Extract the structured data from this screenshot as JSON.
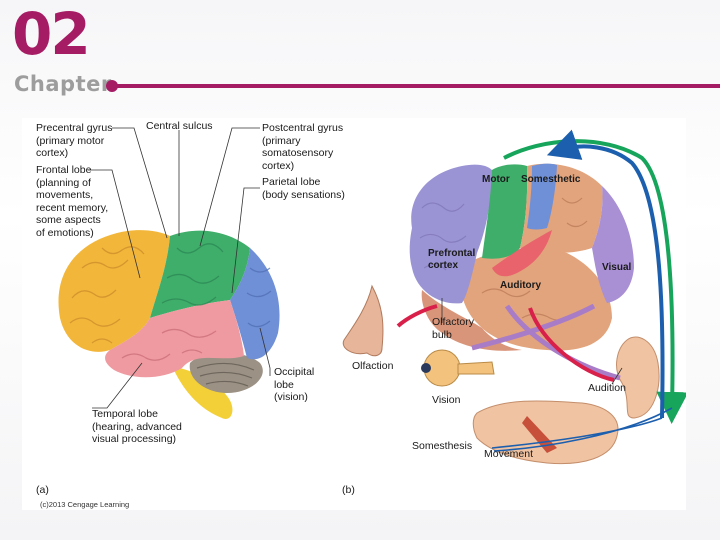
{
  "header": {
    "chapter_number": "02",
    "chapter_word": "Chapter"
  },
  "figure_a": {
    "labels": {
      "precentral": "Precentral gyrus\n(primary motor\ncortex)",
      "central_sulcus": "Central sulcus",
      "postcentral": "Postcentral gyrus\n(primary\nsomatosensory\ncortex)",
      "frontal": "Frontal lobe\n(planning of\nmovements,\nrecent memory,\nsome aspects\nof emotions)",
      "parietal": "Parietal lobe\n(body sensations)",
      "occipital": "Occipital\nlobe\n(vision)",
      "temporal": "Temporal lobe\n(hearing, advanced\nvisual processing)"
    },
    "panel_tag": "(a)",
    "copyright": "(c)2013 Cengage Learning"
  },
  "figure_b": {
    "region_labels": {
      "motor": "Motor",
      "somesthetic": "Somesthetic",
      "prefrontal": "Prefrontal\ncortex",
      "auditory": "Auditory",
      "visual": "Visual"
    },
    "labels": {
      "olfaction": "Olfaction",
      "olfactory_bulb": "Olfactory\nbulb",
      "vision": "Vision",
      "audition": "Audition",
      "somesthesis": "Somesthesis",
      "movement": "Movement"
    },
    "panel_tag": "(b)"
  },
  "colors": {
    "accent": "#a51c64",
    "frontal": "#f2b63a",
    "motor": "#3fae6a",
    "parietal": "#6f8fd6",
    "temporal": "#ee9aa0",
    "occipital_b": "#a98fd4",
    "somesthetic": "#e2a47c",
    "prefrontal": "#9a94d4",
    "arrow_green": "#17a55b",
    "arrow_blue": "#1c5fae",
    "arrow_red": "#d8204a",
    "arrow_purple": "#a97cc8"
  }
}
